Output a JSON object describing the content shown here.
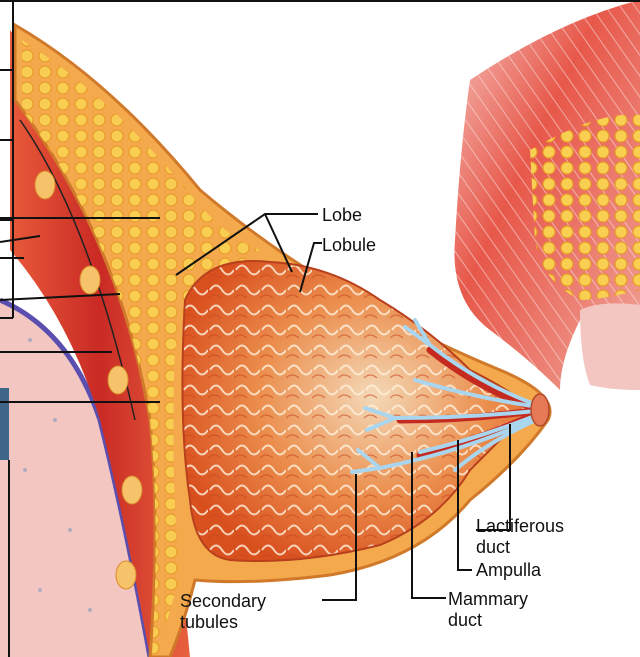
{
  "labels": {
    "lobe": "Lobe",
    "lobule": "Lobule",
    "lactiferous_duct": [
      "Lactiferous",
      "duct"
    ],
    "ampulla": "Ampulla",
    "mammary_duct": [
      "Mammary",
      "duct"
    ],
    "secondary_tubules": [
      "Secondary",
      "tubules"
    ]
  },
  "colors": {
    "skin": "#f0a64a",
    "fat_yellow": "#f7c23a",
    "gland_orange": "#e8602a",
    "muscle_red": "#d8342a",
    "duct_blue": "#a9d6ee",
    "rib_pink": "#f2c3bf",
    "panel_blue": "#3d6688"
  }
}
